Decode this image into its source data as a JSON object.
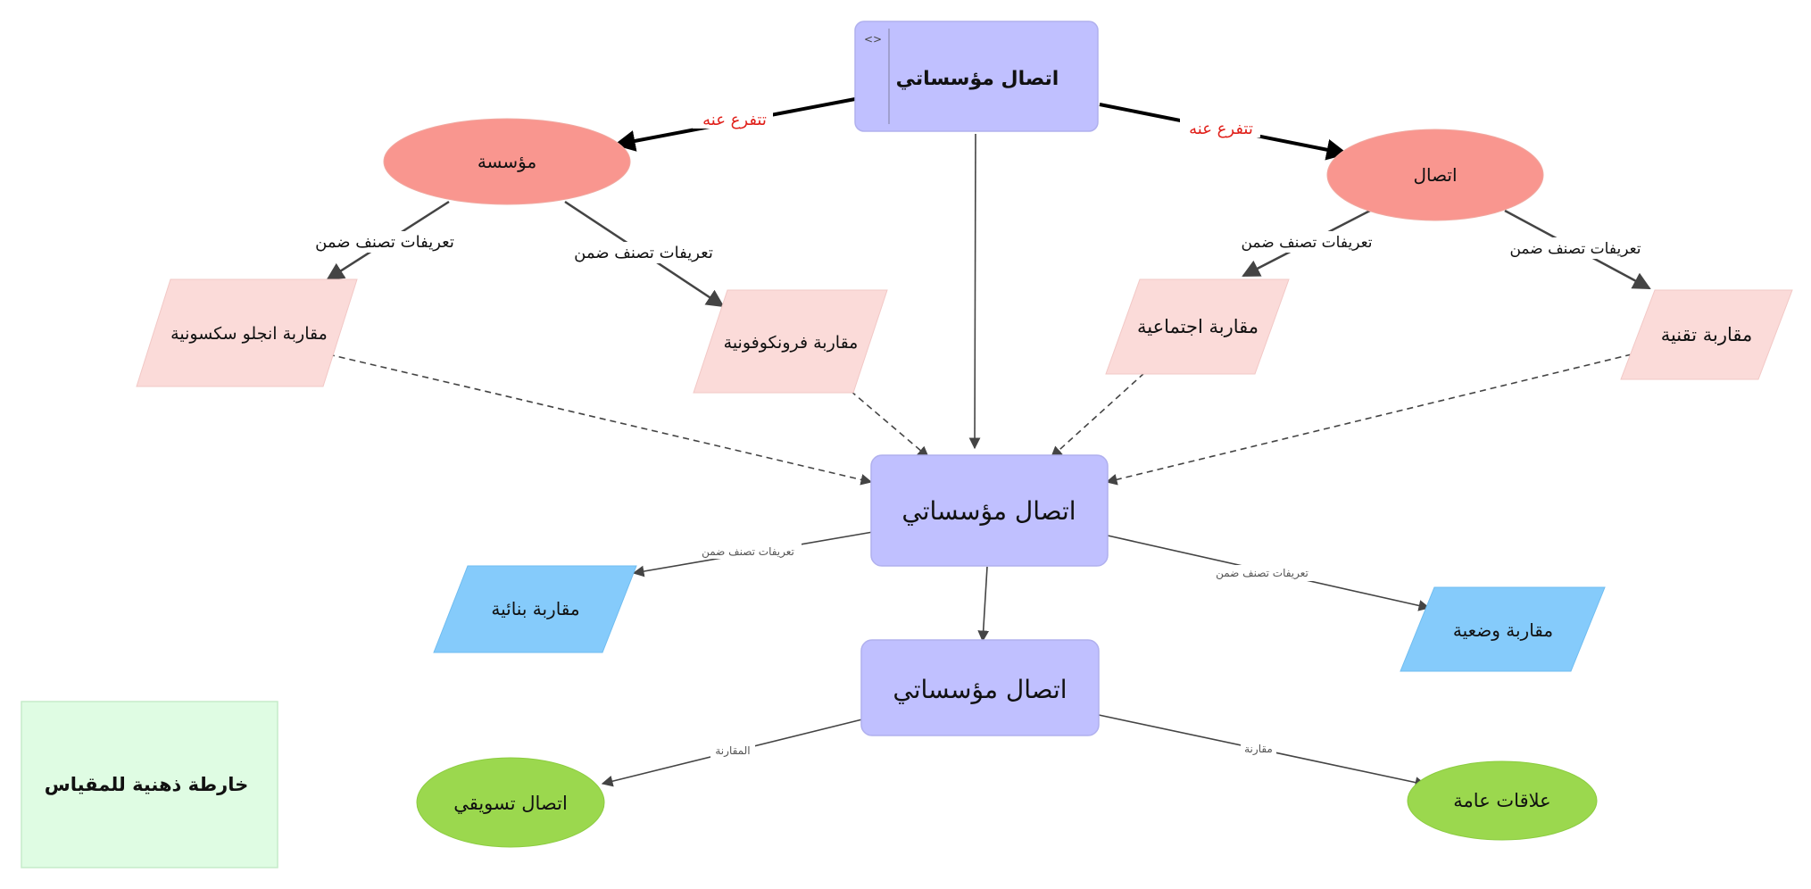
{
  "colors": {
    "box": "#c0c0ff",
    "box_stroke": "#b0b0ee",
    "ellipse_red": "#f9968f",
    "para_pink": "#fbdbd9",
    "para_blue": "#85cbfb",
    "ellipse_green": "#9bd84e",
    "legend_bg": "#dffce3",
    "red_text": "#e0201a",
    "edge": "#444444"
  },
  "nodes": {
    "top_box": {
      "label": "اتصال مؤسساتي",
      "collapse_glyph": "<>"
    },
    "org": {
      "label": "مؤسسة"
    },
    "comm": {
      "label": "اتصال"
    },
    "anglo": {
      "label": "مقاربة انجلو سكسونية"
    },
    "franco": {
      "label": "مقاربة فرونكوفونية"
    },
    "social": {
      "label": "مقاربة اجتماعية"
    },
    "tech": {
      "label": "مقاربة تقنية"
    },
    "center_box": {
      "label": "اتصال مؤسساتي"
    },
    "structural": {
      "label": "مقاربة بنائية"
    },
    "positivist": {
      "label": "مقاربة وضعية"
    },
    "lower_box": {
      "label": "اتصال مؤسساتي"
    },
    "marketing": {
      "label": "اتصال تسويقي"
    },
    "pr": {
      "label": "علاقات عامة"
    },
    "legend": {
      "label": "خارطة ذهنية للمقياس"
    }
  },
  "edges": {
    "branch_left": "تتفرع عنه",
    "branch_right": "تتفرع عنه",
    "classify_1": "تعريفات تصنف ضمن",
    "classify_2": "تعريفات تصنف ضمن",
    "classify_3": "تعريفات تصنف ضمن",
    "classify_4": "تعريفات تصنف ضمن",
    "classify_5": "تعريفات تصنف ضمن",
    "classify_6": "تعريفات تصنف ضمن",
    "compare_left": "المقارنة",
    "compare_right": "مقارنة"
  }
}
